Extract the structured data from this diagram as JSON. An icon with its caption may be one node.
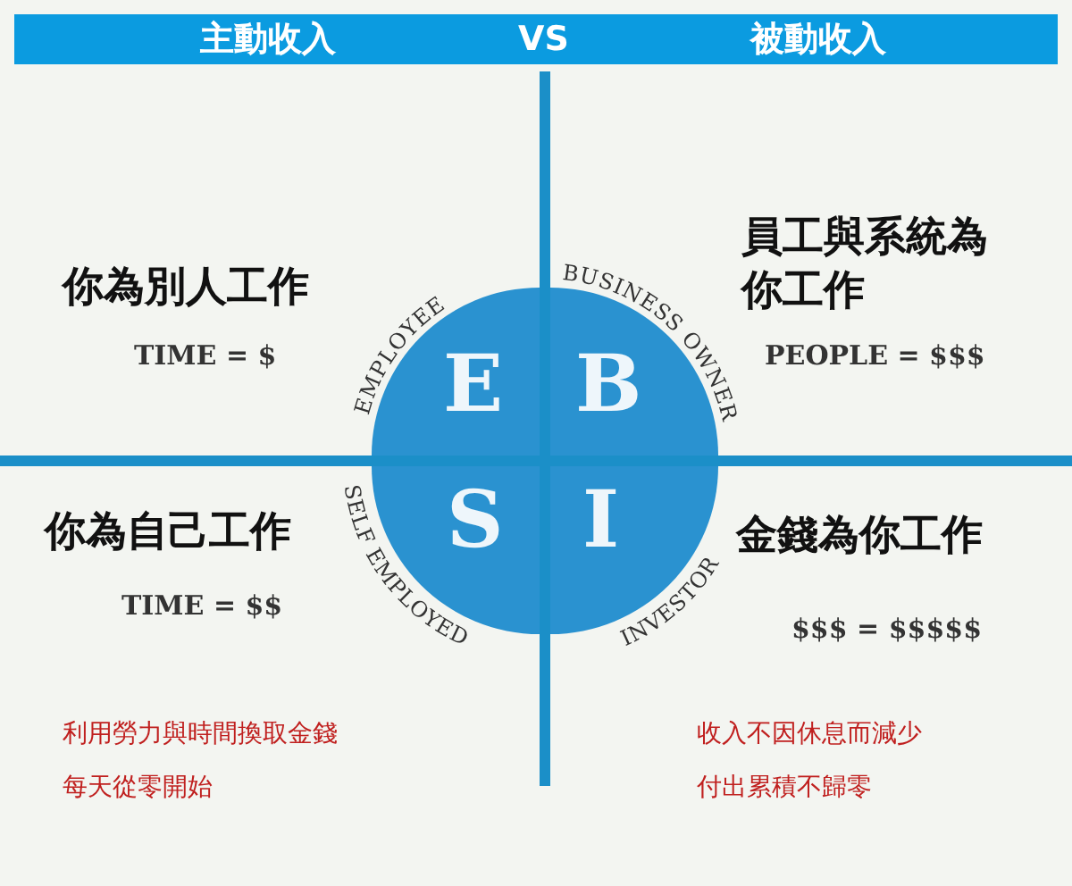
{
  "diagram": {
    "nodes": [
      {
        "text": [
          "EMPLOYEE",
          "E"
        ]
      },
      {
        "text": [
          "B",
          "BUSINESS OWNER"
        ]
      },
      {
        "text": [
          "SELF EMPLOYED",
          "S"
        ]
      },
      {
        "text": [
          "I",
          "INVESTOR"
        ]
      }
    ],
    "edges": [],
    "labels": [
      "主動收入",
      "VS",
      "被動收入",
      "你為別人工作",
      "TIME = $",
      "員工與系統為你工作",
      "PEOPLE = $$$",
      "你為自己工作",
      "TIME = $$",
      "金錢為你工作",
      "$$$ = $$$$$",
      "利用勞力與時間換取金錢",
      "每天從零開始",
      "收入不因休息而減少",
      "付出累積不歸零"
    ]
  }
}
